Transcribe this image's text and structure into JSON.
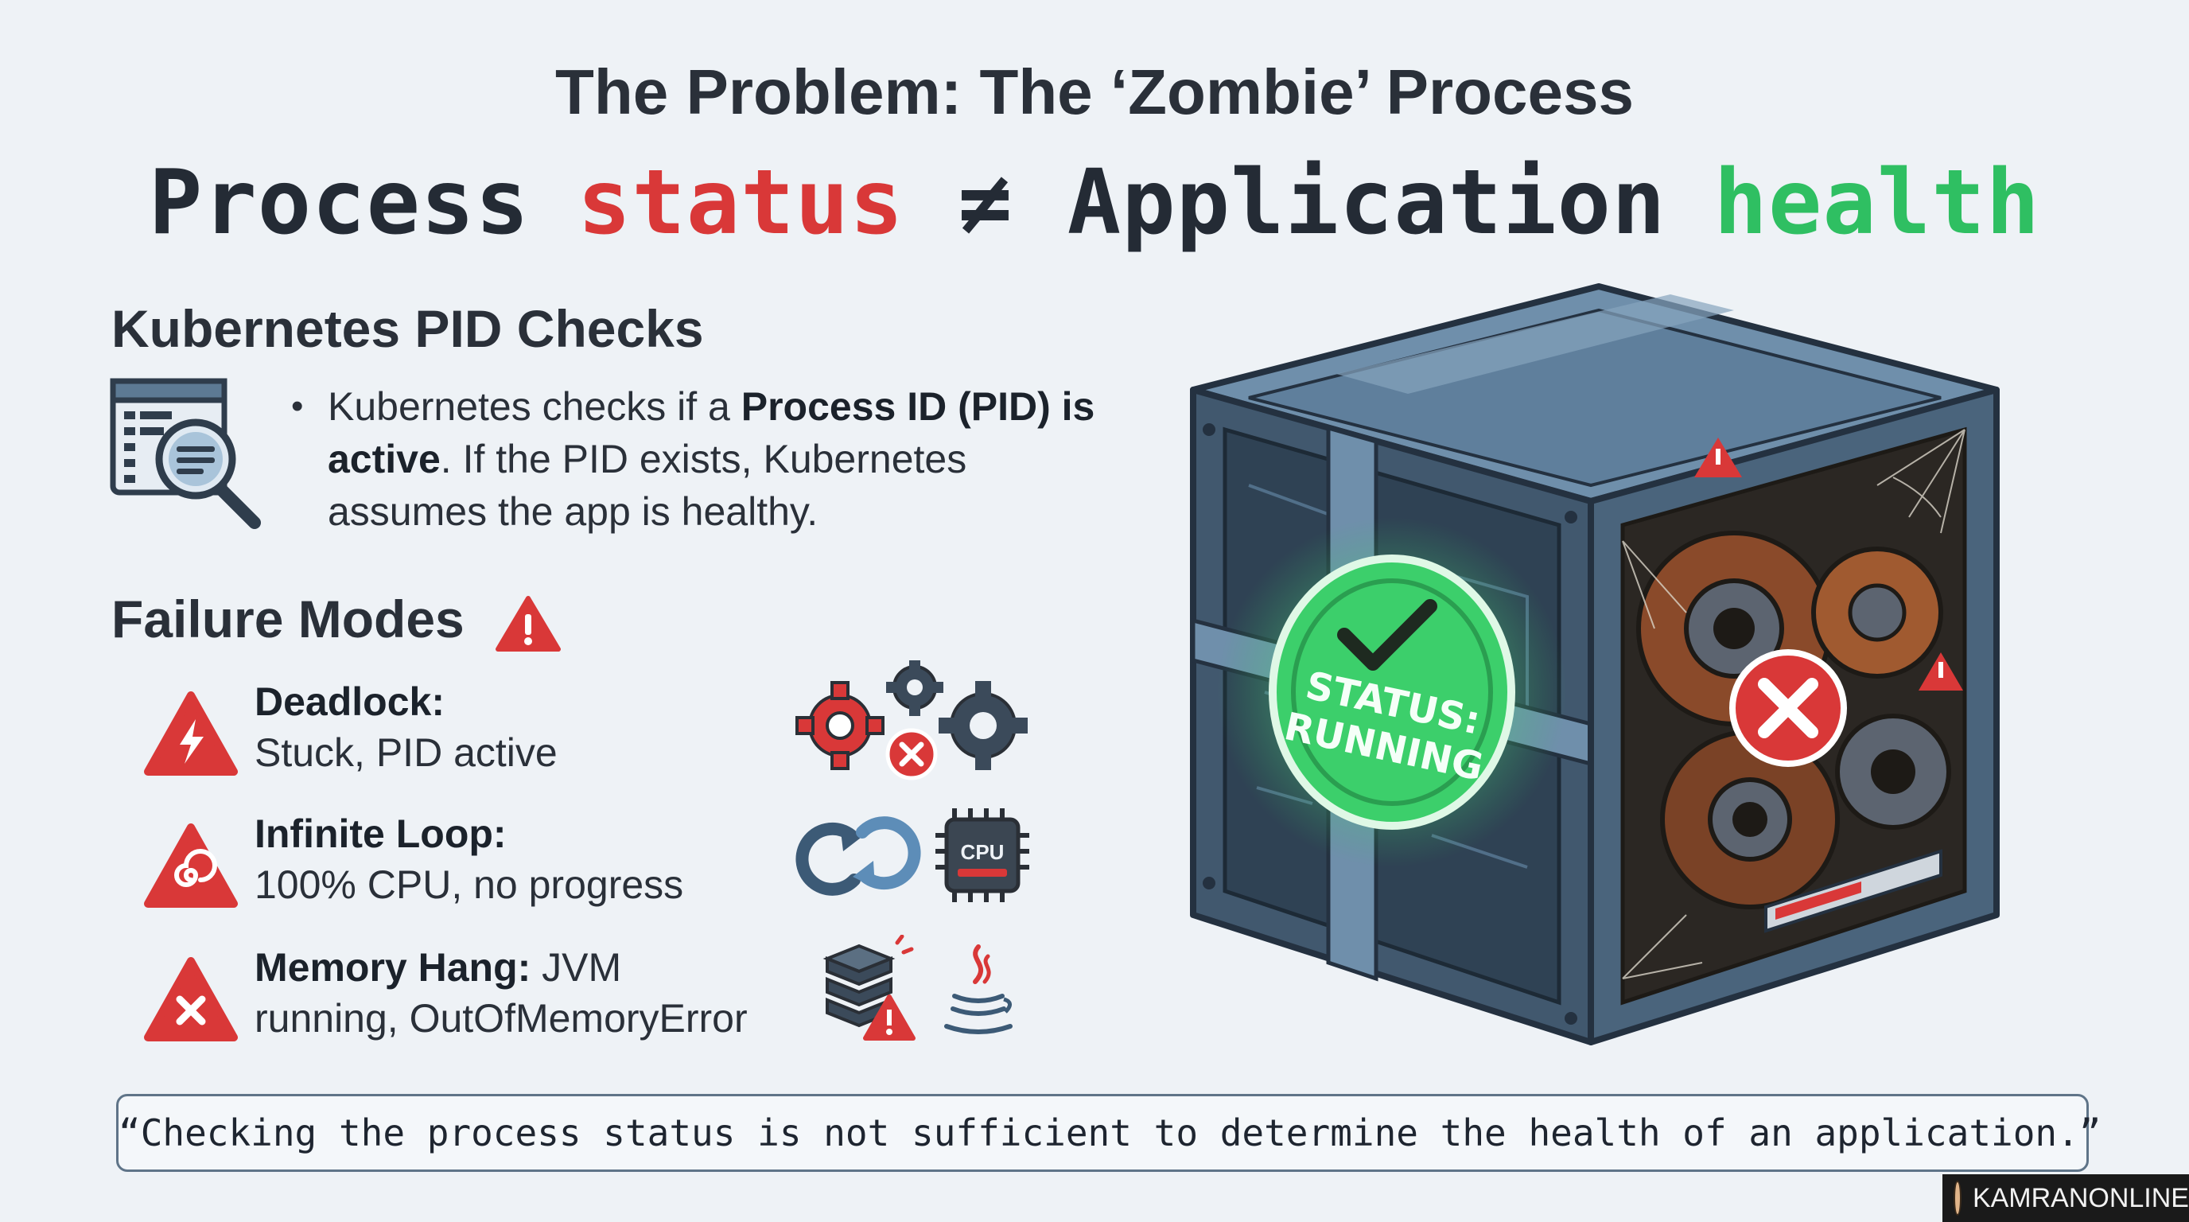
{
  "title": "The Problem: The ‘Zombie’ Process",
  "headline": {
    "word1": "Process",
    "word2": "status",
    "symbol": "≠",
    "word3": "Application",
    "word4": "health"
  },
  "pid_section": {
    "heading": "Kubernetes PID Checks",
    "bullet_intro": "Kubernetes checks if a ",
    "bullet_bold": "Process ID (PID) is active",
    "bullet_rest": ". If the PID exists, Kubernetes assumes the app is healthy."
  },
  "failure_section": {
    "heading": "Failure Modes",
    "modes": [
      {
        "name": "Deadlock:",
        "detail": "Stuck, PID active"
      },
      {
        "name": "Infinite Loop:",
        "detail": "100% CPU, no progress"
      },
      {
        "name": "Memory Hang:",
        "detail_inline": " JVM",
        "detail": "running, OutOfMemoryError"
      }
    ],
    "cpu_chip_label": "CPU"
  },
  "cube": {
    "badge_line1": "STATUS:",
    "badge_line2": "RUNNING"
  },
  "quote": "“Checking the process status is not sufficient to determine the health of an application.”",
  "brand": "KAMRANONLINE",
  "colors": {
    "red": "#d93838",
    "green": "#2fbf62",
    "steel": "#5a7a96",
    "dark": "#252c36"
  }
}
